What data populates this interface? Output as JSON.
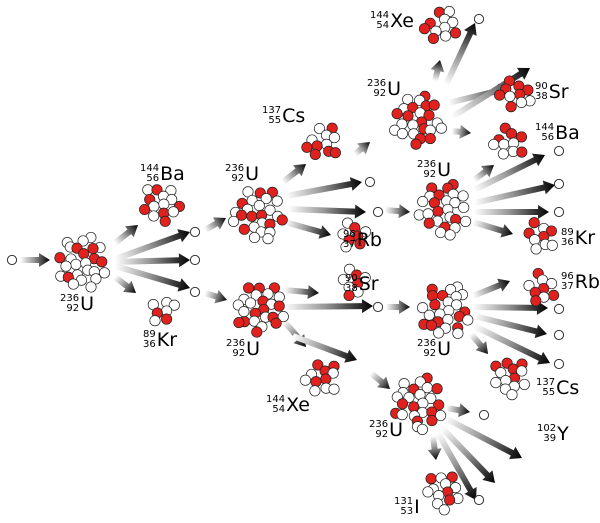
{
  "colors": {
    "proton": "#e0211e",
    "neutron": "#ffffff",
    "outline": "#222222",
    "arrow": "#000000",
    "background": "#ffffff"
  },
  "nuclides": {
    "u236": {
      "mass": "236",
      "atomic": "92",
      "symbol": "U"
    },
    "ba144": {
      "mass": "144",
      "atomic": "56",
      "symbol": "Ba"
    },
    "kr89": {
      "mass": "89",
      "atomic": "36",
      "symbol": "Kr"
    },
    "cs137": {
      "mass": "137",
      "atomic": "55",
      "symbol": "Cs"
    },
    "rb96": {
      "mass": "96",
      "atomic": "37",
      "symbol": "Rb"
    },
    "sr90": {
      "mass": "90",
      "atomic": "38",
      "symbol": "Sr"
    },
    "xe144": {
      "mass": "144",
      "atomic": "54",
      "symbol": "Xe"
    },
    "y102": {
      "mass": "102",
      "atomic": "39",
      "symbol": "Y"
    },
    "i131": {
      "mass": "131",
      "atomic": "53",
      "symbol": "I"
    }
  }
}
